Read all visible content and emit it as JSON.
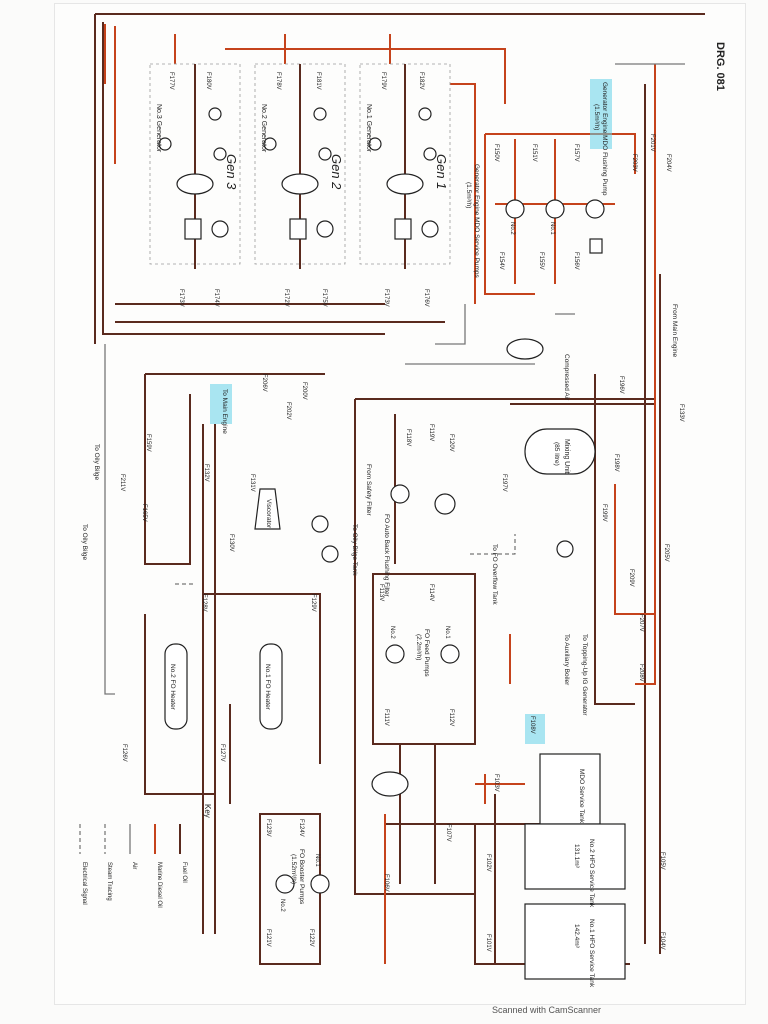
{
  "drawing_number": "DRG. 081",
  "footer": "Scanned with CamScanner",
  "generators": [
    {
      "label": "No.3 Generator",
      "handwritten": "Gen 3",
      "valve_top_left": "F177V",
      "valve_top_right": "F180V",
      "valve_bot_left": "F173V",
      "valve_bot_right": "F174V"
    },
    {
      "label": "No.2 Generator",
      "handwritten": "Gen 2",
      "valve_top_left": "F178V",
      "valve_top_right": "F181V",
      "valve_bot_left": "F172V",
      "valve_bot_right": "F175V"
    },
    {
      "label": "No.1 Generator",
      "handwritten": "Gen 1",
      "valve_top_left": "F179V",
      "valve_top_right": "F182V",
      "valve_bot_left": "F173V",
      "valve_bot_right": "F176V"
    }
  ],
  "generator_mdo_flushing_pump": {
    "title": "Generator Engine MDO Flushing Pump",
    "rate": "(1.5m³/h)"
  },
  "generator_engine_service_pumps": {
    "title": "Generator Engine MDO Service Pumps",
    "rate": "(1.5m³/h)",
    "pump1": "No.1",
    "pump2": "No.2",
    "v1": "F150V",
    "v2": "F151V",
    "v3": "F154V",
    "v4": "F155V",
    "v5": "F156V",
    "v6": "F157V"
  },
  "compressed_air": "Compressed Air",
  "from_main_engine": "From Main Engine",
  "to_main_engine": "To Main Engine",
  "to_oily_bilge_1": "To Oily Bilge",
  "to_oily_bilge_2": "To Oily Bilge",
  "to_oily_bilge_tank": "To Oily Bilge Tank",
  "from_safety_filter": "From Safety Filter",
  "mixing_unit": {
    "label": "Mixing Unit",
    "capacity": "(85 litre)"
  },
  "fo_overflow_tank": "To FO Overflow Tank",
  "fo_auto_filter": "FO Auto Back Flushing Filter",
  "viscorator": "Viscorator",
  "fo_heaters": [
    {
      "label": "No.2 FO Heater"
    },
    {
      "label": "No.1 FO Heater"
    }
  ],
  "fo_feed_pumps": {
    "title": "FO Feed Pumps",
    "rate": "(2.2m³/h)",
    "pump1": "No.1",
    "pump2": "No.2",
    "v1": "F114V",
    "v2": "F113V",
    "v3": "F112V",
    "v4": "F111V"
  },
  "fo_booster_pumps": {
    "title": "FO Booster Pumps",
    "rate": "(1.52m³/h)",
    "pump1": "No.1",
    "pump2": "No.2",
    "v1": "F124V",
    "v2": "F123V",
    "v3": "F122V",
    "v4": "F121V"
  },
  "to_topping_up": "To Topping-Up IG Generator",
  "to_auxiliary_boiler": "To Auxiliary Boiler",
  "mdo_service_tank": "MDO Service Tank",
  "hfo_service_tank_2": {
    "label": "No.2 HFO Service Tank",
    "capacity": "131.1m³"
  },
  "hfo_service_tank_1": {
    "label": "No.1 HFO Service Tank",
    "capacity": "142.4m³"
  },
  "valves": {
    "f200v": "F200V",
    "f201v": "F201V",
    "f202v": "F202V",
    "f203v": "F203V",
    "f204v": "F204V",
    "f205v": "F205V",
    "f206v": "F206V",
    "f207v": "F207V",
    "f208v": "F208V",
    "f209v": "F209V",
    "f133v": "F133V",
    "f119v": "F119V",
    "f120v": "F120V",
    "f118v": "F118V",
    "f165v": "F165V",
    "f159v": "F159V",
    "f211v": "F211V",
    "f132v": "F132V",
    "f131v": "F131V",
    "f130v": "F130V",
    "f128v": "F128V",
    "f129v": "F129V",
    "f126v": "F126V",
    "f127v": "F127V",
    "f106v": "F106V",
    "f107v": "F107V",
    "f103v": "F103V",
    "f102v": "F102V",
    "f101v": "F101V",
    "f105v": "F105V",
    "f104v": "F104V",
    "f108v": "F108V",
    "f199v": "F199V",
    "f198v": "F198V",
    "f197v": "F197V",
    "f196v": "F196V"
  },
  "key": {
    "title": "Key",
    "items": [
      "Fuel Oil",
      "Marine Diesel Oil",
      "Air",
      "Steam Tracing",
      "Electrical Signal"
    ]
  },
  "colors": {
    "fuel_oil": "#5a2a1e",
    "marine_diesel_oil": "#c5431c",
    "highlight": "#64d2e8"
  }
}
